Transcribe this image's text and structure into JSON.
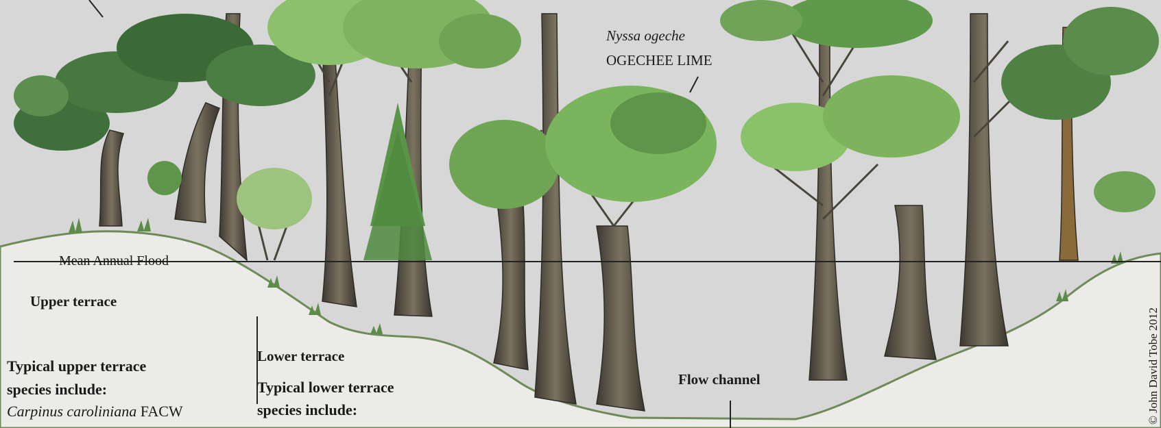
{
  "labels": {
    "species_italic": "Nyssa ogeche",
    "species_common": "OGECHEE LIME",
    "mean_annual_flood": "Mean Annual Flood",
    "upper_terrace": "Upper terrace",
    "lower_terrace": "Lower terrace",
    "flow_channel": "Flow channel",
    "upper_species_line1": "Typical upper terrace",
    "upper_species_line2": "species include:",
    "upper_species_item1_name": "Carpinus caroliniana",
    "upper_species_item1_status": "FACW",
    "lower_species_line1": "Typical lower terrace",
    "lower_species_line2": "species include:",
    "credit": "© John David Tobe 2012"
  },
  "colors": {
    "background": "#d7d7d7",
    "ground": "#e9e9e6",
    "foliage_dark": "#3f6f3a",
    "foliage_mid": "#5f9a4c",
    "foliage_light": "#8dc06c",
    "trunk": "#5a5346",
    "trunk_light": "#8a7f6a",
    "flood_line": "#222222"
  }
}
